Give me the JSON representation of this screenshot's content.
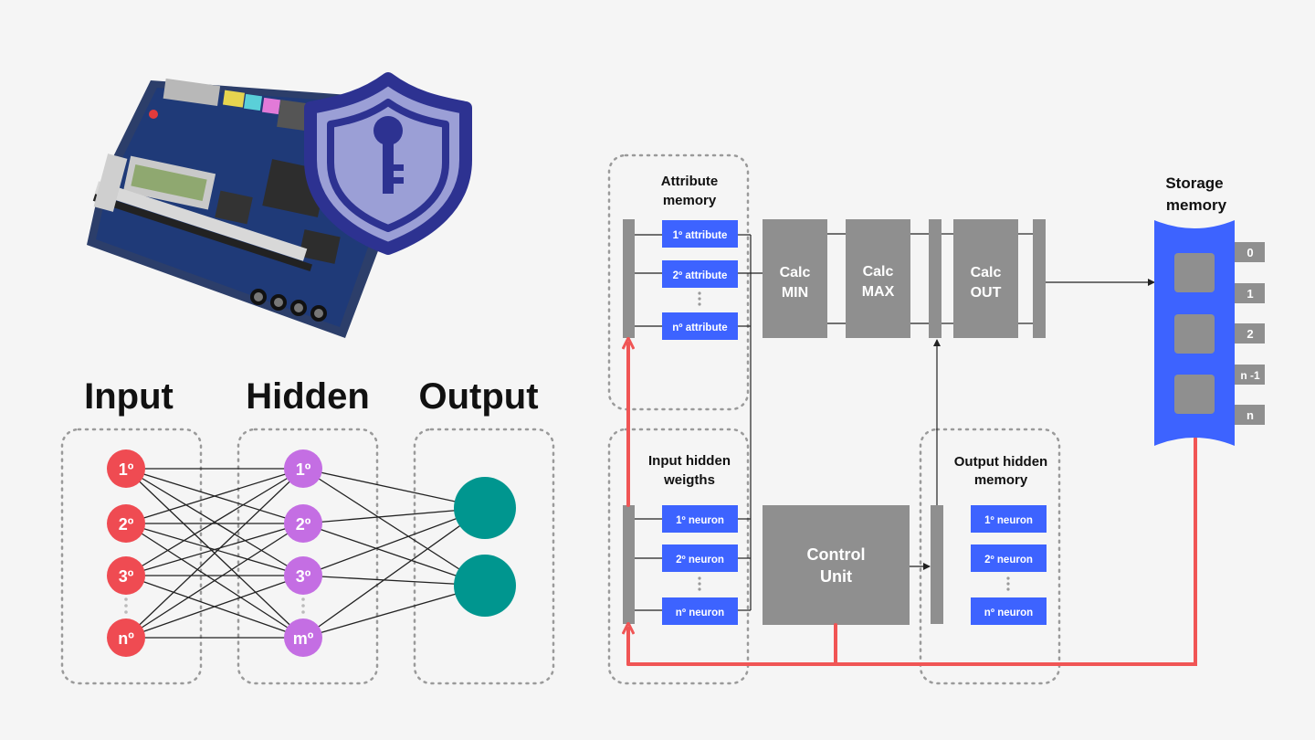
{
  "colors": {
    "background": "#f5f5f5",
    "input_neuron": "#ef4b52",
    "hidden_neuron": "#c46ee3",
    "output_neuron": "#00968f",
    "block_gray": "#8f8f8f",
    "blue_box": "#3d63ff",
    "storage_blue": "#3d63ff",
    "red_bus": "#f05555",
    "shield_fill": "#9b9fd6",
    "shield_stroke": "#2d3291"
  },
  "icons": {
    "fpga_board": "fpga-board-image",
    "shield": "shield-key-icon"
  },
  "network": {
    "input_title": "Input",
    "hidden_title": "Hidden",
    "output_title": "Output",
    "input_neurons": [
      "1º",
      "2º",
      "3º",
      "nº"
    ],
    "hidden_neurons": [
      "1º",
      "2º",
      "3º",
      "mº"
    ],
    "output_neuron_count": 2
  },
  "diagram": {
    "attribute_memory": {
      "title_line1": "Attribute",
      "title_line2": "memory",
      "items": [
        "1º attribute",
        "2º attribute",
        "nº attribute"
      ]
    },
    "input_hidden": {
      "title_line1": "Input hidden",
      "title_line2": "weigths",
      "items": [
        "1º neuron",
        "2º neuron",
        "nº neuron"
      ]
    },
    "output_hidden": {
      "title_line1": "Output hidden",
      "title_line2": "memory",
      "items": [
        "1º neuron",
        "2º neuron",
        "nº neuron"
      ]
    },
    "calc_min": {
      "line1": "Calc",
      "line2": "MIN"
    },
    "calc_max": {
      "line1": "Calc",
      "line2": "MAX"
    },
    "calc_out": {
      "line1": "Calc",
      "line2": "OUT"
    },
    "control_unit": {
      "line1": "Control",
      "line2": "Unit"
    },
    "storage": {
      "title_line1": "Storage",
      "title_line2": "memory",
      "addresses": [
        "0",
        "1",
        "2",
        "n -1",
        "n"
      ]
    }
  }
}
